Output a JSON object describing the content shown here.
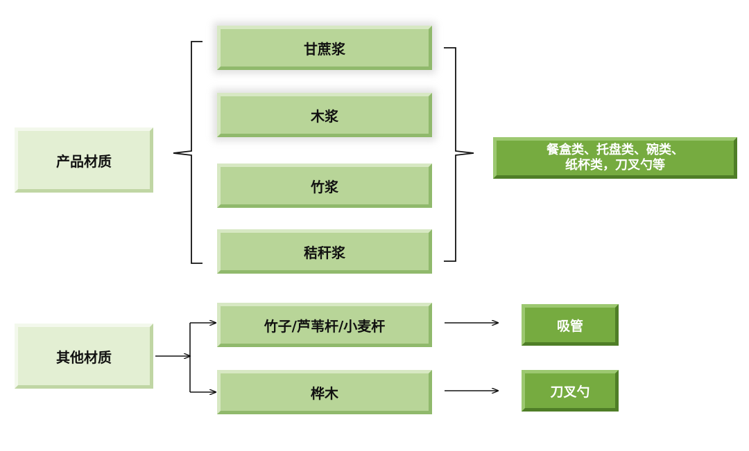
{
  "categories": {
    "product_materials": "产品材质",
    "other_materials": "其他材质"
  },
  "pulps": [
    "甘蔗浆",
    "木浆",
    "竹浆",
    "秸秆浆"
  ],
  "product_uses": {
    "line1": "餐盒类、托盘类、碗类、",
    "line2": "纸杯类，刀叉勺等"
  },
  "other_items": [
    {
      "material": "竹子/芦苇杆/小麦杆",
      "product": "吸管"
    },
    {
      "material": "桦木",
      "product": "刀叉勺"
    }
  ],
  "colors": {
    "light_green": "#e3efd3",
    "mid_green": "#b8d598",
    "dark_green": "#76ab40",
    "line": "#111111"
  }
}
